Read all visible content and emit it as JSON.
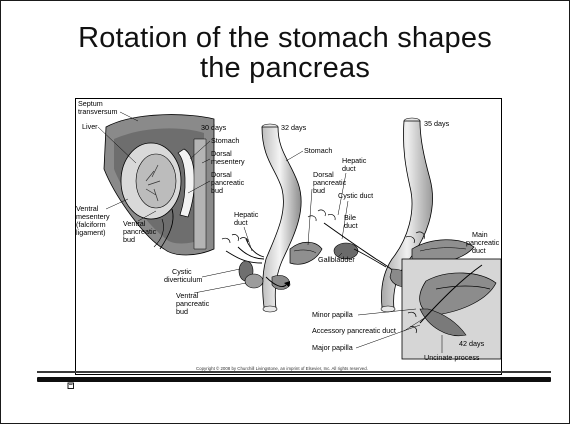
{
  "slide": {
    "title_line1": "Rotation of the stomach shapes",
    "title_line2": "the pancreas"
  },
  "figure": {
    "labels": {
      "septum_transversum": [
        "Septum",
        "transversum"
      ],
      "liver": "Liver",
      "stomach_left": "Stomach",
      "dorsal_mesentery": [
        "Dorsal",
        "mesentery"
      ],
      "dorsal_pancreatic_bud_left": [
        "Dorsal",
        "pancreatic",
        "bud"
      ],
      "ventral_mesentery": [
        "Ventral",
        "mesentery",
        "(falciform",
        "ligament)"
      ],
      "ventral_pancreatic_bud_left": [
        "Ventral",
        "pancreatic",
        "bud"
      ],
      "days30": "30 days",
      "days32": "32 days",
      "stomach_mid": "Stomach",
      "dorsal_pancreatic_bud_mid": [
        "Dorsal",
        "pancreatic",
        "bud"
      ],
      "hepatic_duct_mid": [
        "Hepatic",
        "duct"
      ],
      "cystic_diverticulum": [
        "Cystic",
        "diverticulum"
      ],
      "ventral_pancreatic_bud_mid": [
        "Ventral",
        "pancreatic",
        "bud"
      ],
      "hepatic_duct_right": [
        "Hepatic",
        "duct"
      ],
      "cystic_duct": "Cystic duct",
      "bile_duct": [
        "Bile",
        "duct"
      ],
      "gallbladder": "Gallbladder",
      "days35": "35 days",
      "main_pancreatic_duct": [
        "Main",
        "pancreatic",
        "duct"
      ],
      "minor_papilla": "Minor papilla",
      "accessory_pancreatic_duct": "Accessory pancreatic duct",
      "major_papilla": "Major papilla",
      "days42": "42 days",
      "uncinate_process": "Uncinate process"
    },
    "copyright": "Copyright © 2008 by Churchill Livingstone, an imprint of Elsevier, Inc. All rights reserved."
  },
  "colors": {
    "organ_gray": "#9a9a9a",
    "organ_light": "#e6e6e6",
    "organ_dark": "#5a5a5a",
    "ink": "#000000"
  },
  "icons": {
    "bullet": "small-square-bullet-icon"
  }
}
